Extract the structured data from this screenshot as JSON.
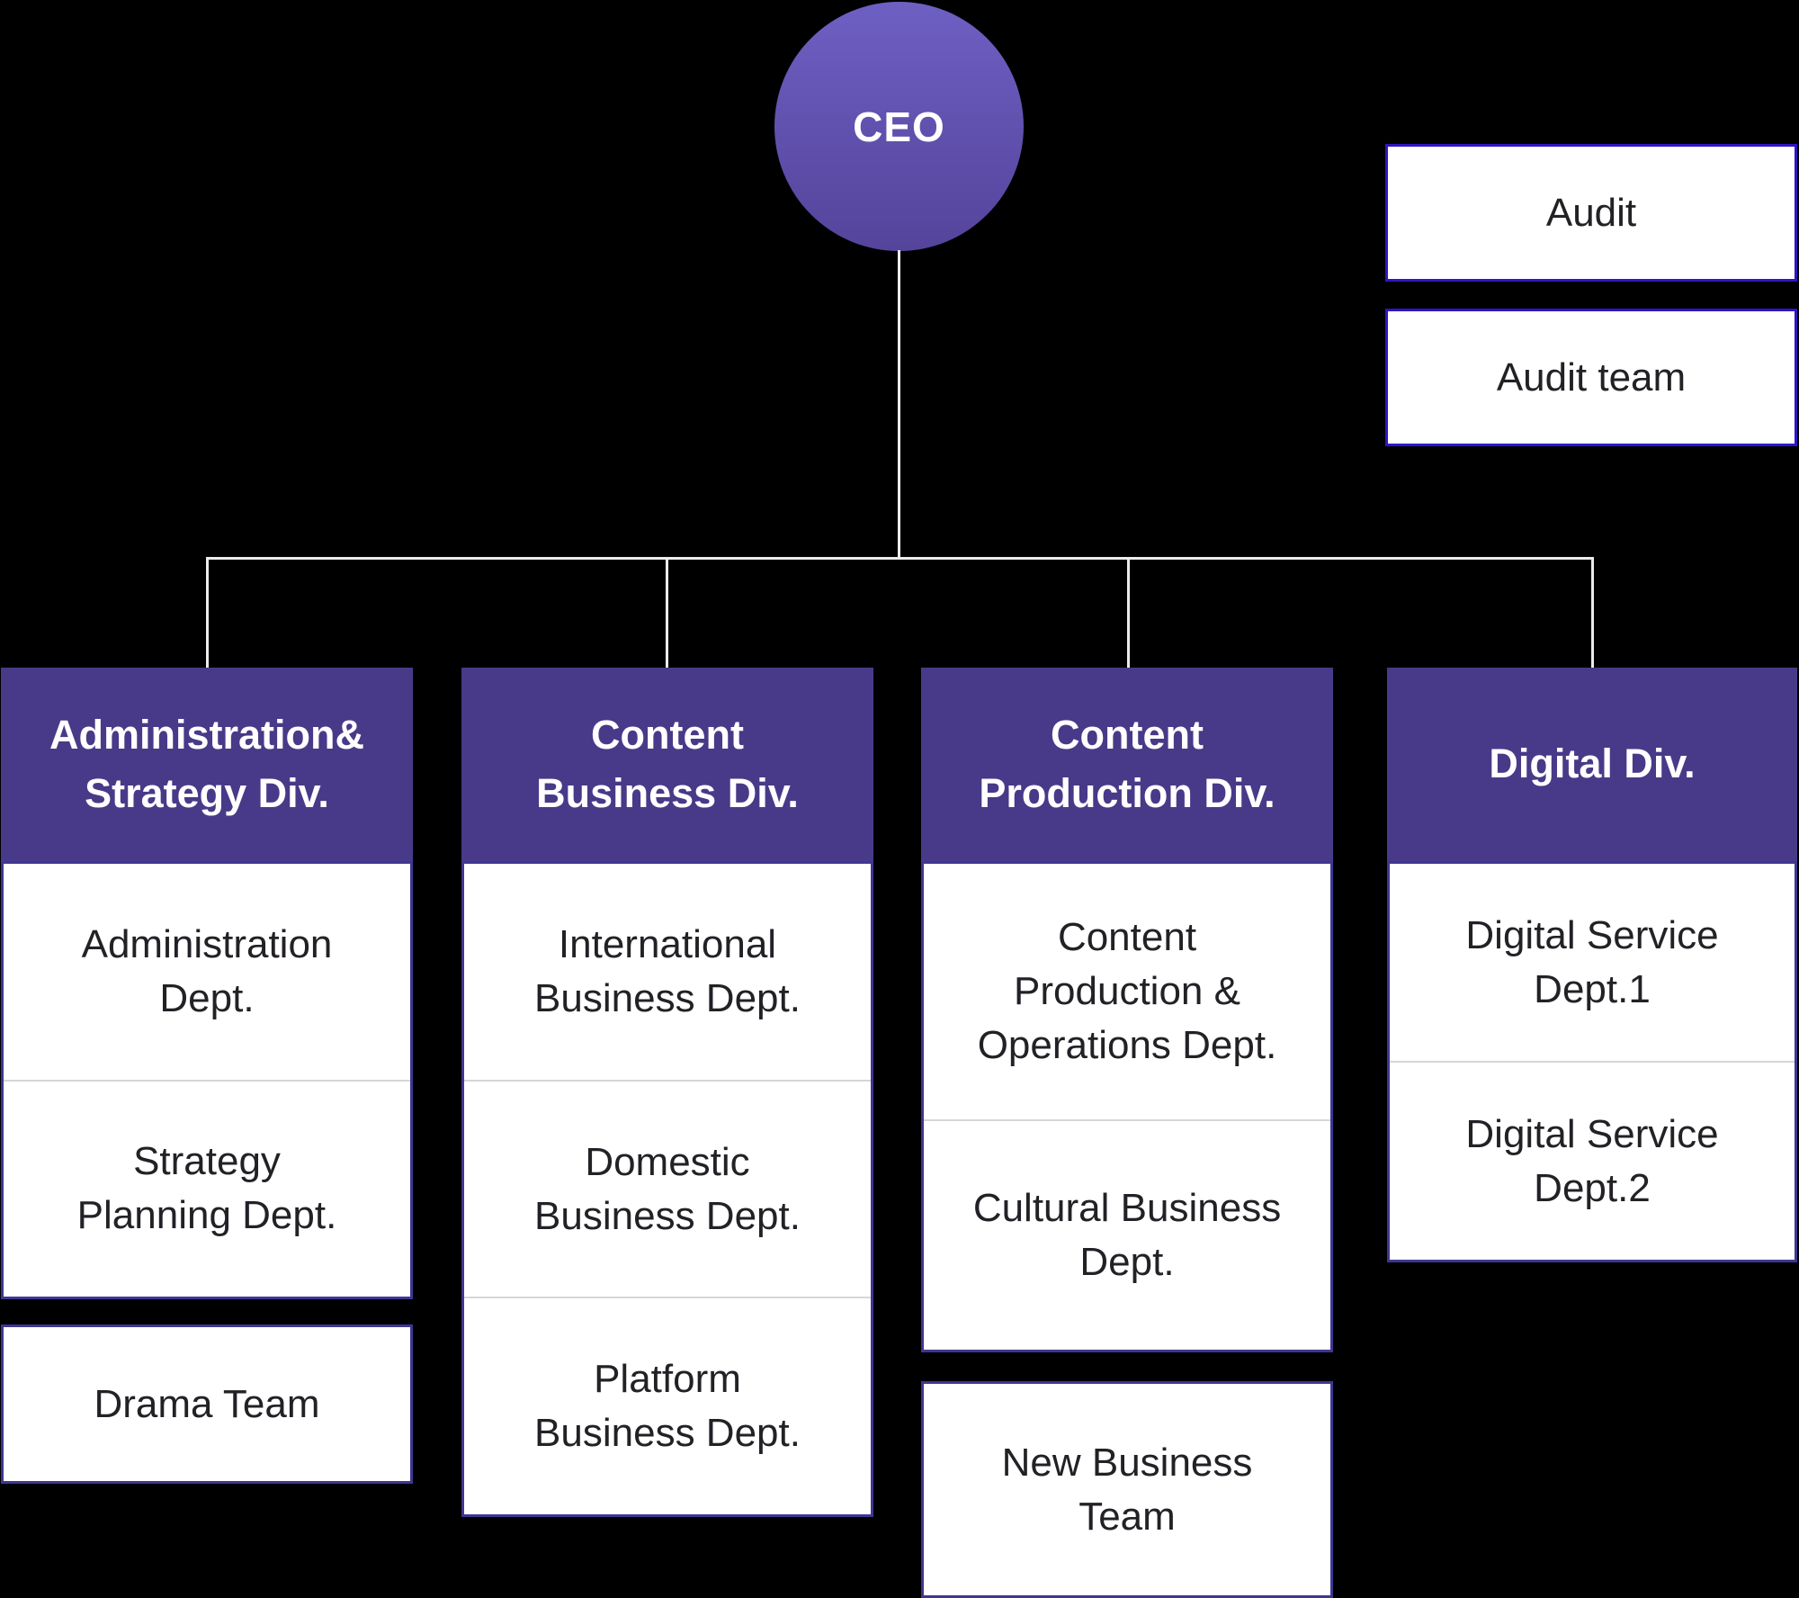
{
  "colors": {
    "canvas_bg": "#000000",
    "ceo_grad_top": "#6e5fc3",
    "ceo_grad_bottom": "#55449b",
    "header_bg": "#483a88",
    "box_border": "#403693",
    "audit_border": "#2e16c4",
    "divider_color": "#d6d6d6",
    "line_color": "#ececec",
    "text_color": "#232126"
  },
  "ceo": {
    "label": "CEO"
  },
  "audit": {
    "boxes": [
      {
        "label": "Audit"
      },
      {
        "label": "Audit team"
      }
    ]
  },
  "divisions": [
    {
      "title": "Administration&\nStrategy Div.",
      "departments": [
        "Administration\nDept.",
        "Strategy\nPlanning Dept."
      ],
      "teams": [
        "Drama Team"
      ]
    },
    {
      "title": "Content\nBusiness Div.",
      "departments": [
        "International\nBusiness Dept.",
        "Domestic\nBusiness Dept.",
        "Platform\nBusiness Dept."
      ],
      "teams": []
    },
    {
      "title": "Content\nProduction Div.",
      "departments": [
        "Content\nProduction &\nOperations Dept.",
        "Cultural Business\nDept."
      ],
      "teams": [
        "New Business\nTeam"
      ]
    },
    {
      "title": "Digital Div.",
      "departments": [
        "Digital Service\nDept.1",
        "Digital Service\nDept.2"
      ],
      "teams": []
    }
  ]
}
